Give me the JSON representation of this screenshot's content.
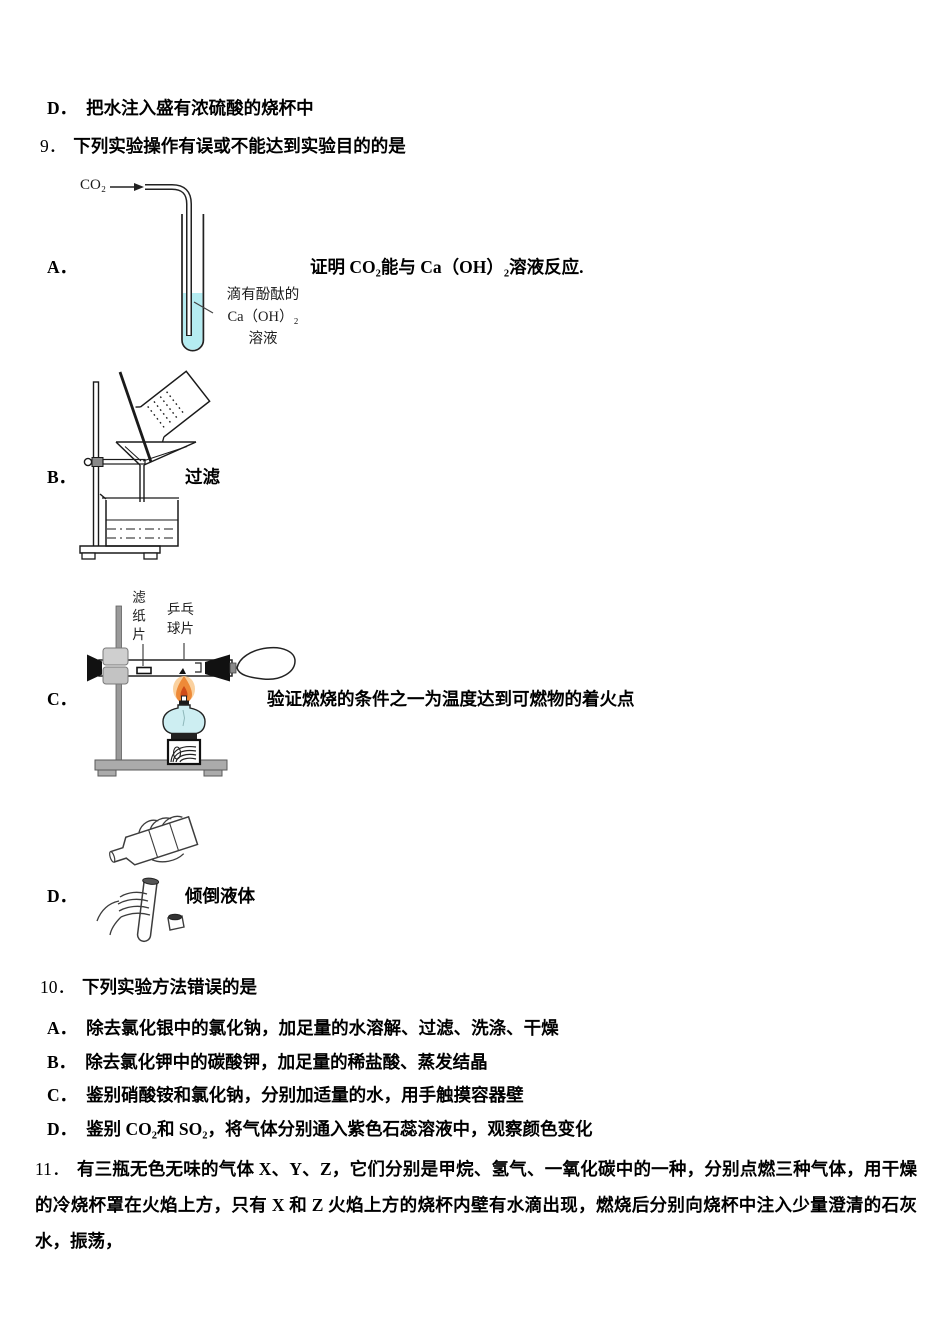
{
  "prev_question": {
    "option_d": {
      "label": "D．",
      "text": "把水注入盛有浓硫酸的烧杯中"
    }
  },
  "q9": {
    "number": "9．",
    "stem": "下列实验操作有误或不能达到实验目的的是",
    "optionA": {
      "label": "A．",
      "desc": "证明 CO₂能与 Ca（OH）₂溶液反应.",
      "diagram": {
        "gas_label": "CO₂",
        "solution_note": "滴有酚酞的\nCa（OH）₂\n溶液"
      }
    },
    "optionB": {
      "label": "B．",
      "desc": "过滤"
    },
    "optionC": {
      "label": "C．",
      "desc": "验证燃烧的条件之一为温度达到可燃物的着火点",
      "diagram": {
        "filter_paper_label": "滤纸片",
        "pingpong_label": "乒乓\n球片"
      }
    },
    "optionD": {
      "label": "D．",
      "desc": "倾倒液体"
    }
  },
  "q10": {
    "number": "10．",
    "stem": "下列实验方法错误的是",
    "options": [
      {
        "label": "A．",
        "text": "除去氯化银中的氯化钠，加足量的水溶解、过滤、洗涤、干燥"
      },
      {
        "label": "B．",
        "text": "除去氯化钾中的碳酸钾，加足量的稀盐酸、蒸发结晶"
      },
      {
        "label": "C．",
        "text": "鉴别硝酸铵和氯化钠，分别加适量的水，用手触摸容器壁"
      },
      {
        "label": "D．",
        "text": "鉴别 CO₂和 SO₂，将气体分别通入紫色石蕊溶液中，观察颜色变化"
      }
    ]
  },
  "q11": {
    "number": "11．",
    "text": "有三瓶无色无味的气体 X、Y、Z，它们分别是甲烷、氢气、一氧化碳中的一种，分别点燃三种气体，用干燥的冷烧杯罩在火焰上方，只有 X 和 Z 火焰上方的烧杯内壁有水滴出现，燃烧后分别向烧杯中注入少量澄清的石灰水，振荡，"
  },
  "colors": {
    "liquid_cyan": "#b5ecf1",
    "lamp_body_cyan": "#cdeef2",
    "flame_outer": "#f9c98e",
    "flame_mid": "#ee8a38",
    "flame_core": "#cf4b17"
  }
}
